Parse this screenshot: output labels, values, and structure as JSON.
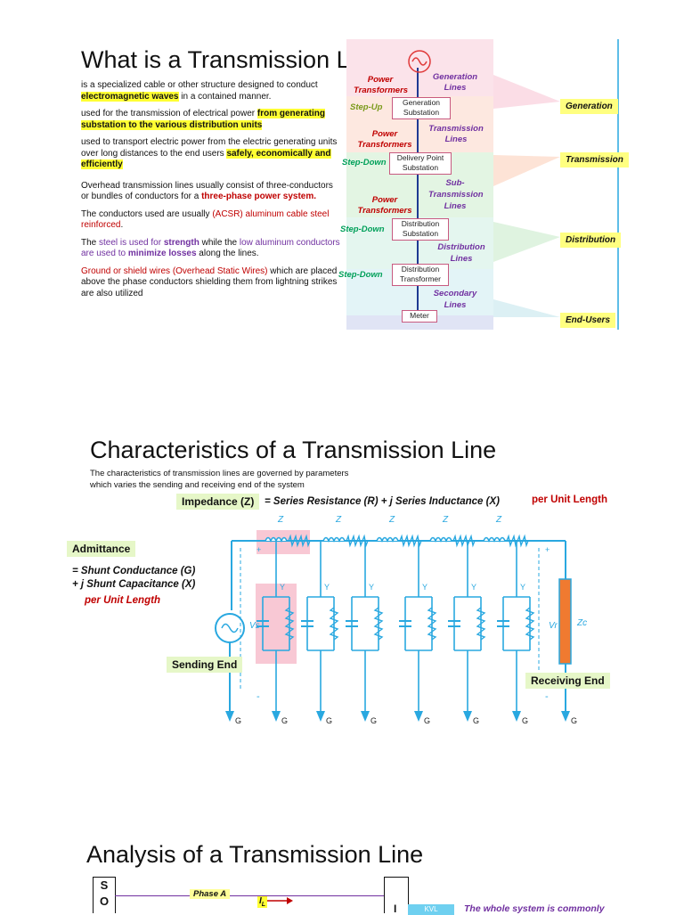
{
  "slide1": {
    "title": "What is a Transmission Line?",
    "p1_a": "is a specialized cable or other structure designed to conduct ",
    "p1_hl": "electromagnetic waves",
    "p1_b": " in a contained manner.",
    "p2_a": "used for the transmission of electrical power ",
    "p2_hl": "from generating substation to the various distribution units",
    "p3_a": "used to transport electric power from the electric generating units over long distances to the end users ",
    "p3_hl": "safely, economically and efficiently",
    "p4_a": "Overhead transmission lines usually consist of three-conductors or bundles of conductors for a ",
    "p4_red": "three-phase power system.",
    "p5_a": "The conductors used are usually ",
    "p5_red": "(ACSR) aluminum cable steel reinforced",
    "p5_b": ".",
    "p6_a": "The ",
    "p6_steel": "steel is used for ",
    "p6_strength": "strength",
    "p6_b": " while the ",
    "p6_low": "low aluminum conductors are used to ",
    "p6_min": "minimize losses",
    "p6_c": " along the lines.",
    "p7_red": "Ground or shield wires (Overhead Static Wires)",
    "p7_b": " which are placed above the phase conductors shielding them from lightning strikes are also utilized",
    "diagram": {
      "power_transformers_1": "Power Transformers",
      "generation_lines": "Generation Lines",
      "step_up": "Step-Up",
      "generation_substation": "Generation Substation",
      "power_transformers_2": "Power Transformers",
      "transmission_lines": "Transmission Lines",
      "step_down_1": "Step-Down",
      "delivery_point": "Delivery Point Substation",
      "power_transformers_3": "Power Transformers",
      "sub_transmission": "Sub-Transmission Lines",
      "step_down_2": "Step-Down",
      "distribution_substation": "Distribution Substation",
      "distribution_lines": "Distribution Lines",
      "step_down_3": "Step-Down",
      "distribution_transformer": "Distribution Transformer",
      "secondary_lines": "Secondary Lines",
      "meter": "Meter",
      "side_generation": "Generation",
      "side_transmission": "Transmission",
      "side_distribution": "Distribution",
      "side_end_users": "End-Users"
    }
  },
  "slide2": {
    "title": "Characteristics of a Transmission Line",
    "subtitle_1": "The characteristics of transmission lines are governed by parameters",
    "subtitle_2": "which varies the sending and receiving end of the system",
    "impedance_tag": "Impedance (Z)",
    "impedance_eq": "= Series Resistance (R) + j Series Inductance (X)",
    "per_unit_length_1": "per Unit Length",
    "admittance_tag": "Admittance",
    "admittance_eq_1": "= Shunt Conductance (G)",
    "admittance_eq_2": "+ j Shunt Capacitance (X)",
    "per_unit_length_2": "per Unit Length",
    "sending_end": "Sending End",
    "receiving_end": "Receiving End",
    "z_label": "Z",
    "y_label": "Y",
    "g_label": "G",
    "vs_label": "Vs",
    "vr_label": "Vr",
    "zc_label": "Zc",
    "plus": "+",
    "minus": "-"
  },
  "slide3": {
    "title": "Analysis of a Transmission Line",
    "phase_a": "Phase A",
    "il": "I",
    "il_sub": "L",
    "left_letters_1": "S",
    "left_letters_2": "O",
    "kvl": "KVL",
    "note": "The whole system is commonly"
  },
  "colors": {
    "highlight": "#ffff33",
    "red": "#c00000",
    "purple": "#7030a0",
    "wire": "#29a8e0"
  }
}
